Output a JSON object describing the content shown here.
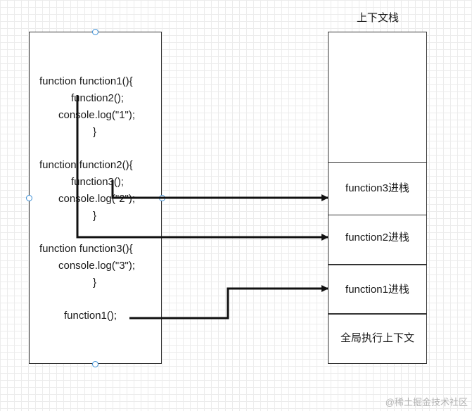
{
  "stack": {
    "title": "上下文栈",
    "frames": [
      "function3进栈",
      "function2进栈",
      "function1进栈",
      "全局执行上下文"
    ]
  },
  "code": {
    "lines": [
      "function function1(){",
      "function2();",
      "console.log(\"1\");",
      "}",
      "function function2(){",
      "function3();",
      "console.log(\"2\");",
      "}",
      "function function3(){",
      "console.log(\"3\");",
      "}",
      "function1();"
    ]
  },
  "watermark": "@稀土掘金技术社区"
}
